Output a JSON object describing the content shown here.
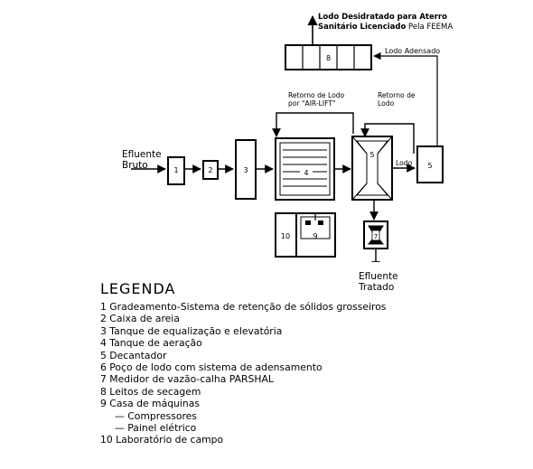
{
  "diagram": {
    "top_note_1": "Lodo Desidratado para Aterro",
    "top_note_2a": "Sanitário Licenciado",
    "top_note_2b": " Pela FEEMA",
    "lodo_adensado": "Lodo Adensado",
    "retorno_airlift_1": "Retorno de Lodo",
    "retorno_airlift_2": "por \"AIR-LIFT\"",
    "retorno_lodo_1": "Retorno de",
    "retorno_lodo_2": "Lodo",
    "lodo": "Lodo",
    "efluente_bruto_1": "Efluente",
    "efluente_bruto_2": "Bruto",
    "efluente_tratado_1": "Efluente",
    "efluente_tratado_2": "Tratado",
    "box_labels": {
      "b1": "1",
      "b2": "2",
      "b3": "3",
      "b4": "4",
      "b5": "5",
      "b6": "5",
      "b7": "7",
      "b8": "8",
      "b9": "9",
      "b10": "10"
    }
  },
  "legend": {
    "title": "LEGENDA",
    "items": [
      "1  Gradeamento-Sistema de retenção de sólidos grosseiros",
      "2  Caixa de areia",
      "3  Tanque de equalização e elevatória",
      "4  Tanque de aeração",
      "5  Decantador",
      "6  Poço de lodo com sistema de adensamento",
      "7  Medidor de vazão-calha PARSHAL",
      "8  Leitos de secagem",
      "9  Casa de máquinas",
      "— Compressores",
      "— Painel elétrico",
      "10  Laboratório de campo"
    ]
  }
}
